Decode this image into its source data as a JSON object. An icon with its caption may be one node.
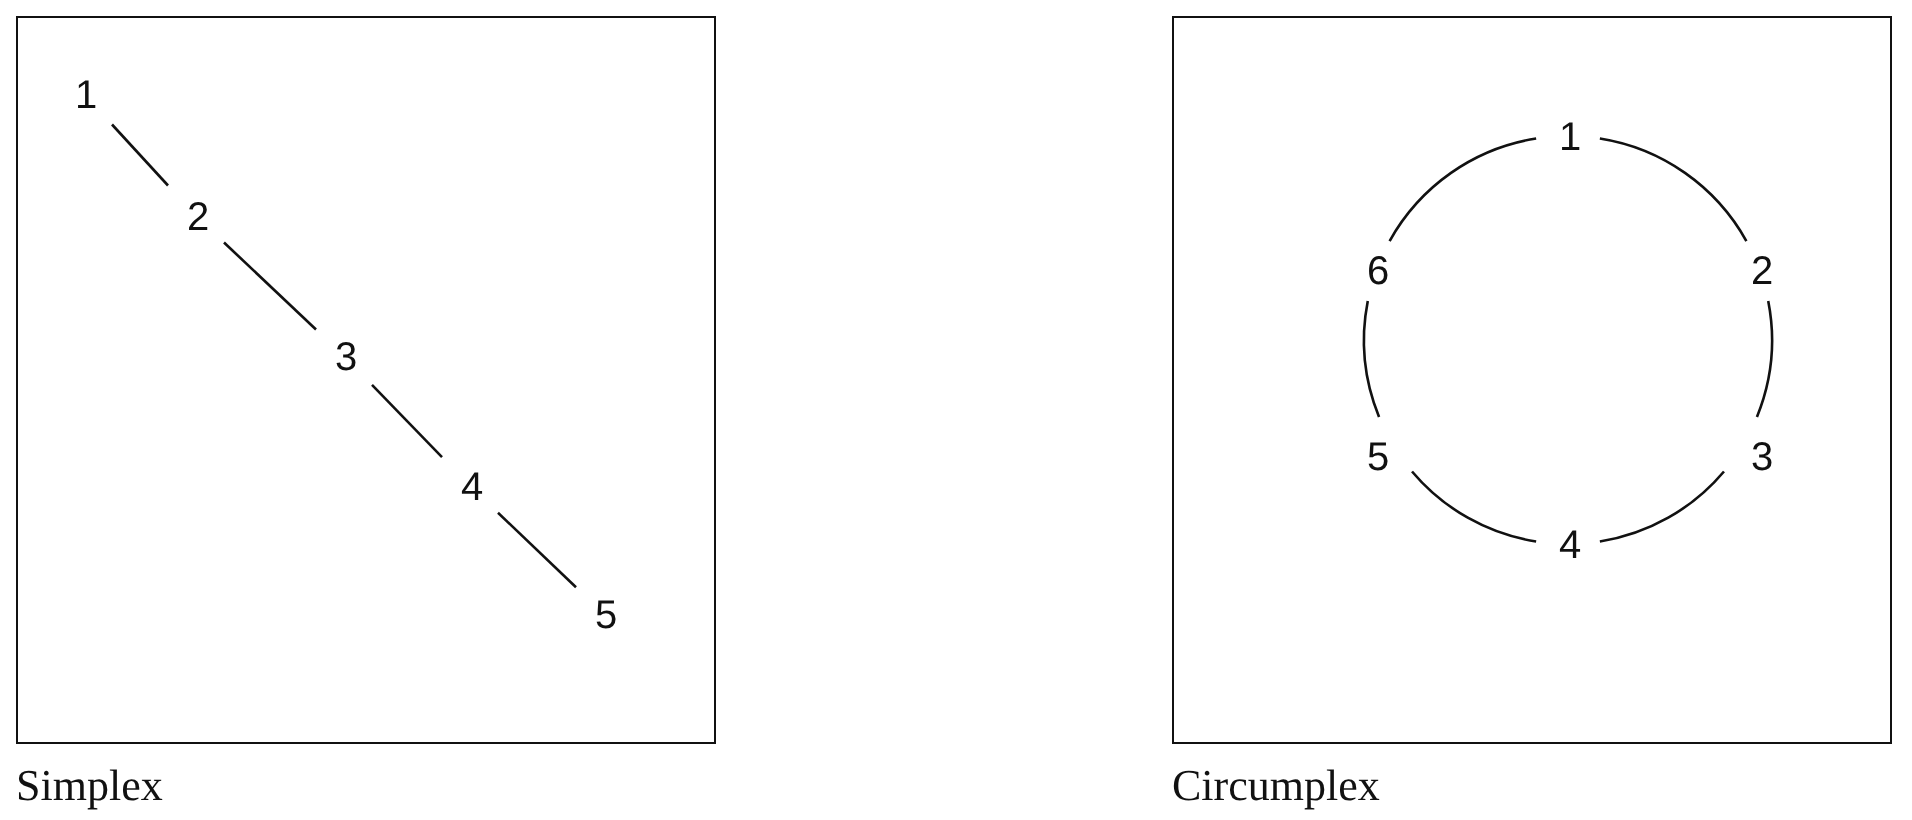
{
  "diagram": {
    "nodes": [
      {
        "text": [],
        "shape": "box",
        "beside": [
          "Simplex"
        ]
      },
      {
        "text": [
          "1"
        ],
        "in": 0
      },
      {
        "text": [
          "2"
        ],
        "in": 0
      },
      {
        "text": [
          "3"
        ],
        "in": 0
      },
      {
        "text": [
          "4"
        ],
        "in": 0
      },
      {
        "text": [
          "5"
        ],
        "in": 0
      },
      {
        "text": [],
        "shape": "box",
        "beside": [
          "Circumplex"
        ]
      },
      {
        "text": [
          "1"
        ],
        "in": 6
      },
      {
        "text": [
          "2"
        ],
        "in": 6
      },
      {
        "text": [
          "3"
        ],
        "in": 6
      },
      {
        "text": [
          "4"
        ],
        "in": 6
      },
      {
        "text": [
          "5"
        ],
        "in": 6
      },
      {
        "text": [
          "6"
        ],
        "in": 6
      }
    ],
    "edges": [
      {
        "from": 1,
        "to": 2,
        "arrow": "none"
      },
      {
        "from": 2,
        "to": 3,
        "arrow": "none"
      },
      {
        "from": 3,
        "to": 4,
        "arrow": "none"
      },
      {
        "from": 4,
        "to": 5,
        "arrow": "none"
      },
      {
        "from": 7,
        "to": 8,
        "arrow": "none"
      },
      {
        "from": 8,
        "to": 9,
        "arrow": "none"
      },
      {
        "from": 9,
        "to": 10,
        "arrow": "none"
      },
      {
        "from": 10,
        "to": 11,
        "arrow": "none"
      },
      {
        "from": 11,
        "to": 12,
        "arrow": "none"
      },
      {
        "from": 12,
        "to": 7,
        "arrow": "none"
      }
    ]
  }
}
